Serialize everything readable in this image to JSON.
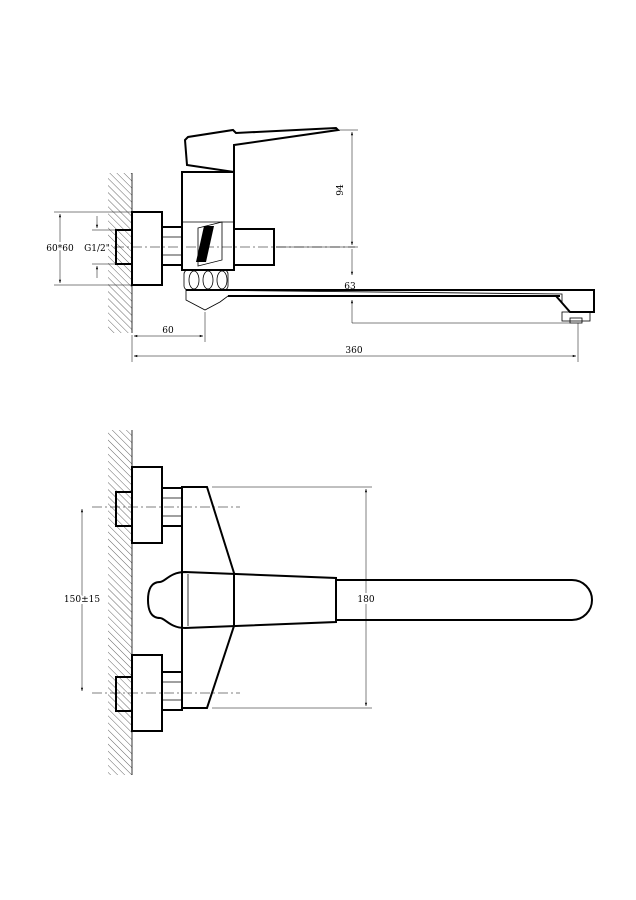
{
  "side_view": {
    "dim_height": "94",
    "dim_square": "60*60",
    "dim_thread": "G1/2\"",
    "dim_spout_drop": "63",
    "dim_wall_offset": "60",
    "dim_spout_length": "360"
  },
  "top_view": {
    "dim_centers": "150±15",
    "dim_body_height": "180"
  }
}
